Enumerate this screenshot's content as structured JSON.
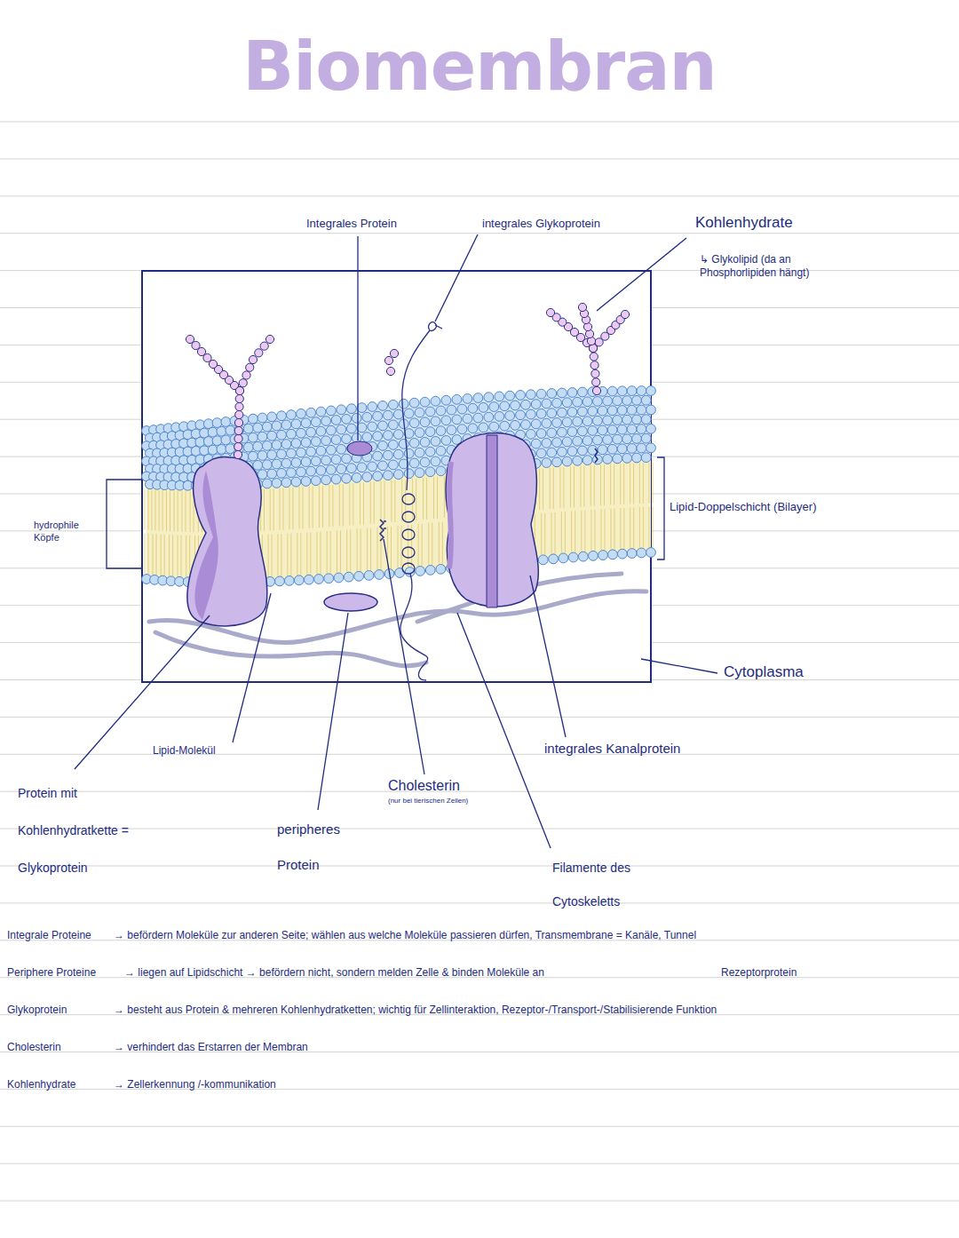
{
  "diagram": {
    "title": "Biomembran",
    "labels": [
      "Integrales Protein",
      "integrales Glykoprotein",
      "Kohlenhydrate",
      "↳ Glykolipid (da an Phosphorlipiden hängt)",
      "Lipid-Doppelschicht (Bilayer)",
      "hydrophile Köpfe",
      "Cytoplasma",
      "Lipid-Molekül",
      "integrales Kanalprotein",
      "Protein mit Kohlenhydratkette = Glykoprotein",
      "Cholesterin",
      "(nur bei tierischen Zellen)",
      "peripheres Protein",
      "Filamente des Cytoskeletts",
      "Integrale Proteine",
      "→ befördern Moleküle zur anderen Seite; wählen aus welche Moleküle passieren dürfen, Transmembrane = Kanäle, Tunnel",
      "Periphere Proteine",
      "→ liegen auf Lipidschicht → befördern nicht, sondern melden Zelle & binden Moleküle an",
      "Rezeptorprotein",
      "Glykoprotein",
      "→ besteht aus Protein & mehreren Kohlenhydratketten; wichtig für Zellinteraktion, Rezeptor-/Transport-/Stabilisierende Funktion",
      "Cholesterin",
      "→ verhindert das Erstarren der Membran",
      "Kohlenhydrate",
      "→ Zellerkennung /-kommunikation"
    ]
  }
}
